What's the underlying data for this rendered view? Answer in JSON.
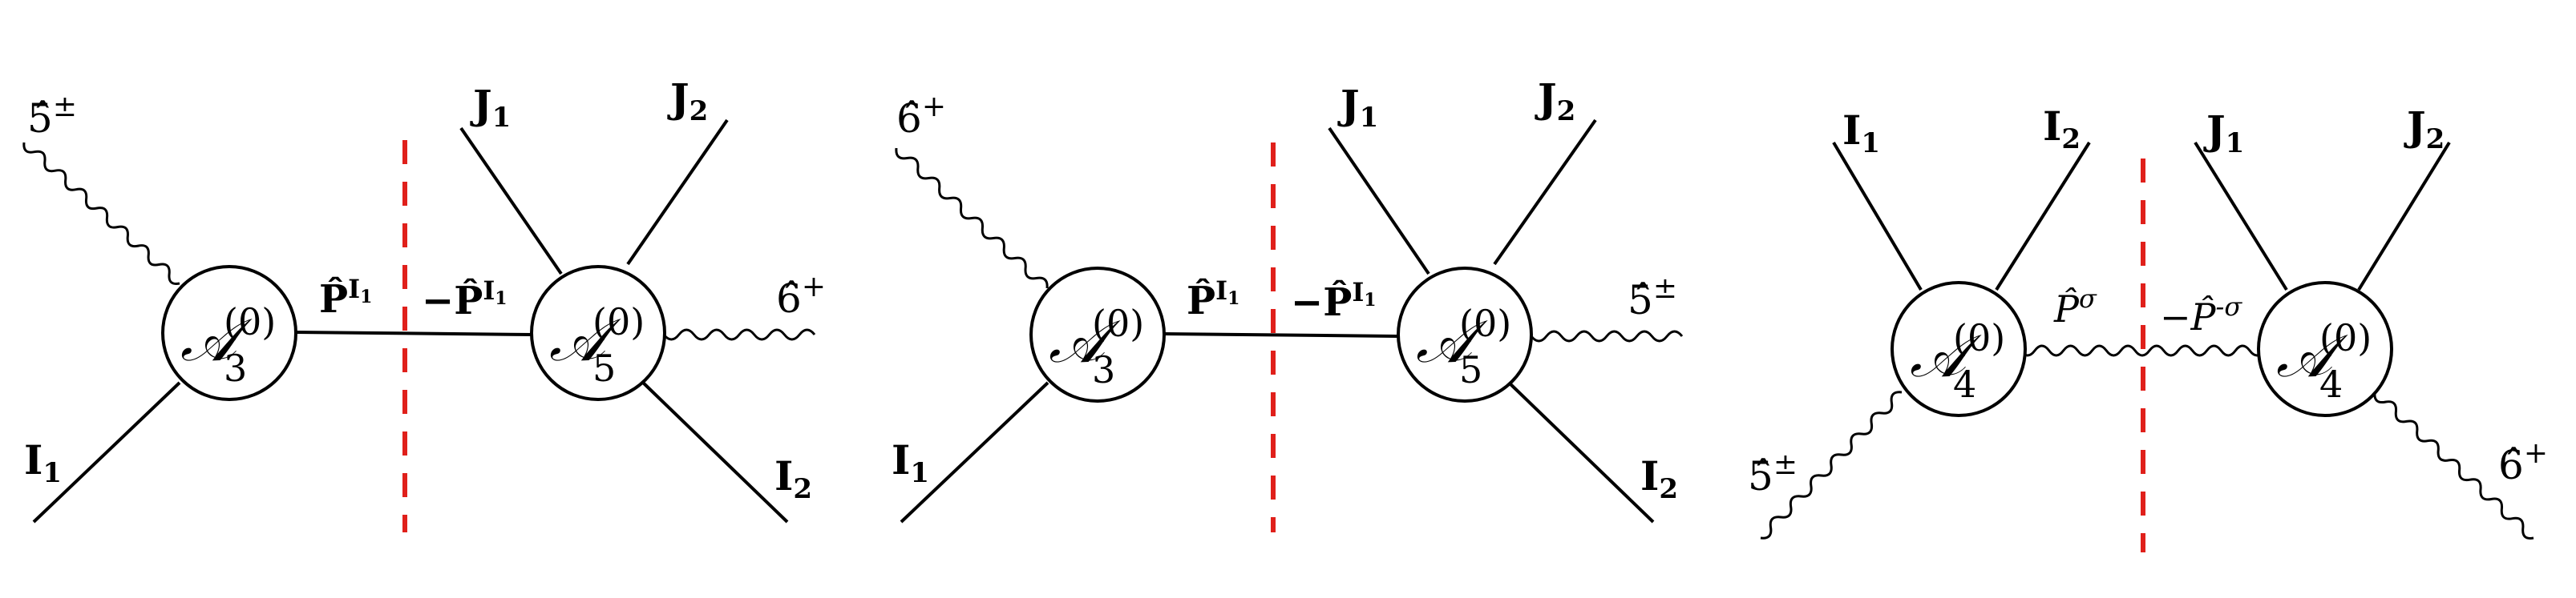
{
  "diagrams": [
    {
      "blob_left": {
        "main": "𝒜",
        "sub": "3",
        "sup": "(0)"
      },
      "blob_right": {
        "main": "𝒜",
        "sub": "5",
        "sup": "(0)"
      },
      "photon_top": {
        "base": "5̂",
        "sup": "±"
      },
      "photon_right": {
        "base": "6̂",
        "sup": "+"
      },
      "leg_I1": {
        "base": "I",
        "sub": "1"
      },
      "leg_I2": {
        "base": "I",
        "sub": "2"
      },
      "leg_J1": {
        "base": "J",
        "sub": "1"
      },
      "leg_J2": {
        "base": "J",
        "sub": "2"
      },
      "prop_left": {
        "base": "P̂",
        "sup_base": "I",
        "sup_sub": "1"
      },
      "prop_right": {
        "base": "−P̂",
        "sup_base": "I",
        "sup_sub": "1"
      }
    },
    {
      "blob_left": {
        "main": "𝒜",
        "sub": "3",
        "sup": "(0)"
      },
      "blob_right": {
        "main": "𝒜",
        "sub": "5",
        "sup": "(0)"
      },
      "photon_top": {
        "base": "6̂",
        "sup": "+"
      },
      "photon_right": {
        "base": "5̂",
        "sup": "±"
      },
      "leg_I1": {
        "base": "I",
        "sub": "1"
      },
      "leg_I2": {
        "base": "I",
        "sub": "2"
      },
      "leg_J1": {
        "base": "J",
        "sub": "1"
      },
      "leg_J2": {
        "base": "J",
        "sub": "2"
      },
      "prop_left": {
        "base": "P̂",
        "sup_base": "I",
        "sup_sub": "1"
      },
      "prop_right": {
        "base": "−P̂",
        "sup_base": "I",
        "sup_sub": "1"
      }
    },
    {
      "blob_left": {
        "main": "𝒜",
        "sub": "4",
        "sup": "(0)"
      },
      "blob_right": {
        "main": "𝒜",
        "sub": "4",
        "sup": "(0)"
      },
      "photon_bl": {
        "base": "5̂",
        "sup": "±"
      },
      "photon_br": {
        "base": "6̂",
        "sup": "+"
      },
      "leg_I1": {
        "base": "I",
        "sub": "1"
      },
      "leg_I2": {
        "base": "I",
        "sub": "2"
      },
      "leg_J1": {
        "base": "J",
        "sub": "1"
      },
      "leg_J2": {
        "base": "J",
        "sub": "2"
      },
      "prop_left": {
        "base": "P̂",
        "sup": "σ"
      },
      "prop_right": {
        "base": "−P̂",
        "sup": "-σ"
      }
    }
  ],
  "colors": {
    "line": "#000000",
    "cut": "#e0201b",
    "blob_fill": "#ffffff"
  }
}
